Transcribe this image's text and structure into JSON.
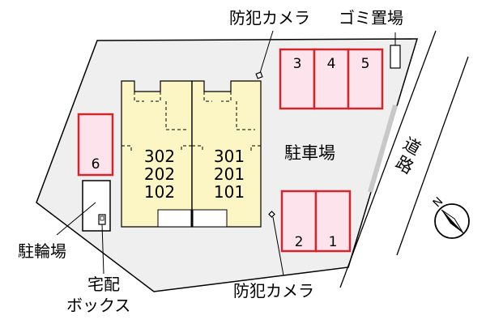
{
  "labels": {
    "camera_top": "防犯カメラ",
    "garbage": "ゴミ置場",
    "parking_lot": "駐車場",
    "road_line1": "道",
    "road_line2": "路",
    "bicycle": "駐輪場",
    "delivery_line1": "宅配",
    "delivery_line2": "ボックス",
    "camera_bottom": "防犯カメラ",
    "north": "N"
  },
  "parking_spaces": [
    "1",
    "2",
    "3",
    "4",
    "5",
    "6"
  ],
  "units": {
    "left_column": [
      "302",
      "202",
      "102"
    ],
    "right_column": [
      "301",
      "201",
      "101"
    ]
  },
  "colors": {
    "lot": "#efefef",
    "building": "#fbf6c3",
    "parking_fill": "#fde4ec",
    "parking_border": "#d0262e",
    "road_edge": "#c8c8c8"
  }
}
